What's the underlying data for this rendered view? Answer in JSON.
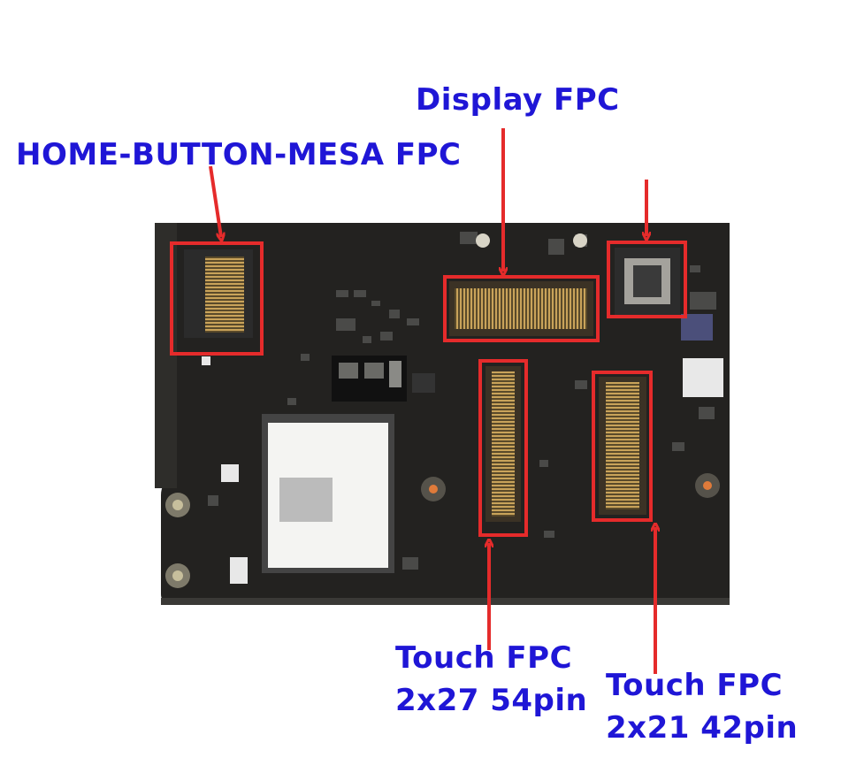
{
  "labels": {
    "home_button": "HOME-BUTTON-MESA FPC",
    "display": "Display FPC",
    "touch_54_line1": "Touch FPC",
    "touch_54_line2": "2x27 54pin",
    "touch_42_line1": "Touch FPC",
    "touch_42_line2": "2x21 42pin"
  },
  "colors": {
    "label_text": "#1f16d6",
    "highlight_box": "#e52b2b",
    "arrow": "#e52b2b",
    "board": "#232220"
  }
}
